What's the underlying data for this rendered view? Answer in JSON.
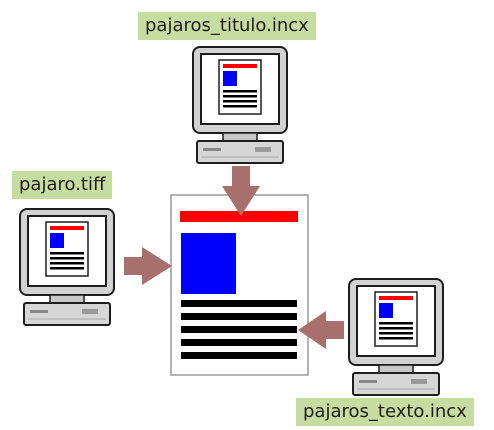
{
  "labels": {
    "title_file": "pajaros_titulo.incx",
    "image_file": "pajaro.tiff",
    "text_file": "pajaros_texto.incx"
  },
  "colors": {
    "label_bg": "#c6dca0",
    "title_bar": "#ff0000",
    "image_block": "#0000ff",
    "text_lines": "#000000",
    "arrow": "#a8706c",
    "monitor_body": "#cfcfcf"
  }
}
